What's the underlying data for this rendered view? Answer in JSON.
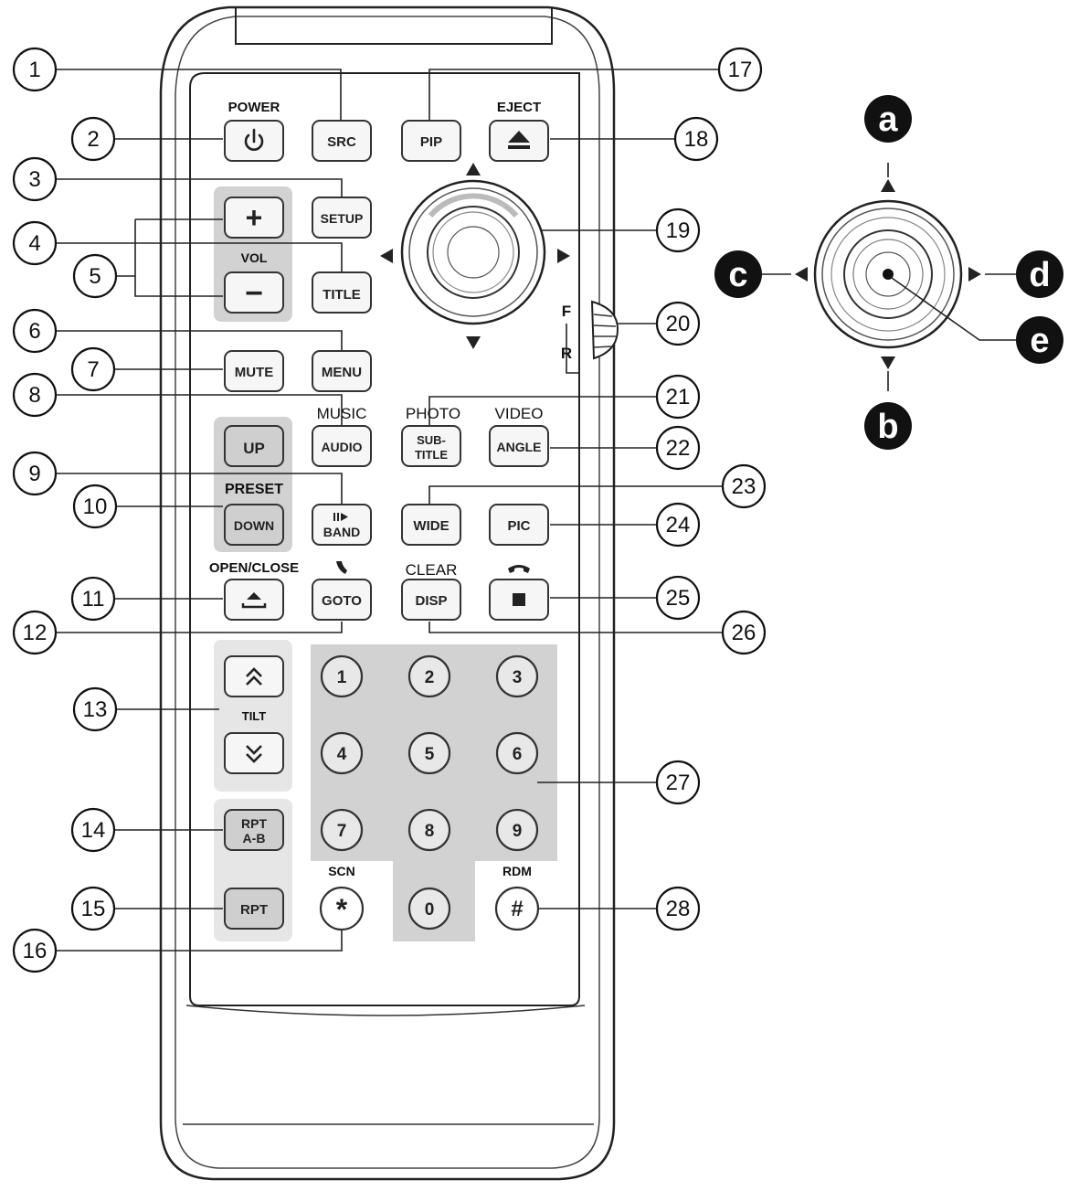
{
  "labels": {
    "power": "POWER",
    "eject": "EJECT",
    "vol": "VOL",
    "music": "MUSIC",
    "photo": "PHOTO",
    "video": "VIDEO",
    "preset": "PRESET",
    "open_close": "OPEN/CLOSE",
    "clear": "CLEAR",
    "tilt": "TILT",
    "scn": "SCN",
    "rdm": "RDM",
    "switch_f": "F",
    "switch_r": "R"
  },
  "buttons": {
    "src": "SRC",
    "pip": "PIP",
    "setup": "SETUP",
    "title": "TITLE",
    "mute": "MUTE",
    "menu": "MENU",
    "up": "UP",
    "audio": "AUDIO",
    "subtitle_1": "SUB-",
    "subtitle_2": "TITLE",
    "angle": "ANGLE",
    "down": "DOWN",
    "band": "BAND",
    "wide": "WIDE",
    "pic": "PIC",
    "goto": "GOTO",
    "disp": "DISP",
    "rpt_ab_1": "RPT",
    "rpt_ab_2": "A-B",
    "rpt": "RPT",
    "plus": "+",
    "minus": "−",
    "star": "*",
    "hash": "#"
  },
  "keypad": [
    "1",
    "2",
    "3",
    "4",
    "5",
    "6",
    "7",
    "8",
    "9",
    "0"
  ],
  "callouts": [
    "1",
    "2",
    "3",
    "4",
    "5",
    "6",
    "7",
    "8",
    "9",
    "10",
    "11",
    "12",
    "13",
    "14",
    "15",
    "16",
    "17",
    "18",
    "19",
    "20",
    "21",
    "22",
    "23",
    "24",
    "25",
    "26",
    "27",
    "28"
  ],
  "directions": [
    "a",
    "b",
    "c",
    "d",
    "e"
  ],
  "colors": {
    "line": "#222222",
    "panel": "#d2d2d2",
    "button": "#f6f6f6",
    "callout_fill": "#ffffff",
    "dir_marker": "#111111"
  }
}
